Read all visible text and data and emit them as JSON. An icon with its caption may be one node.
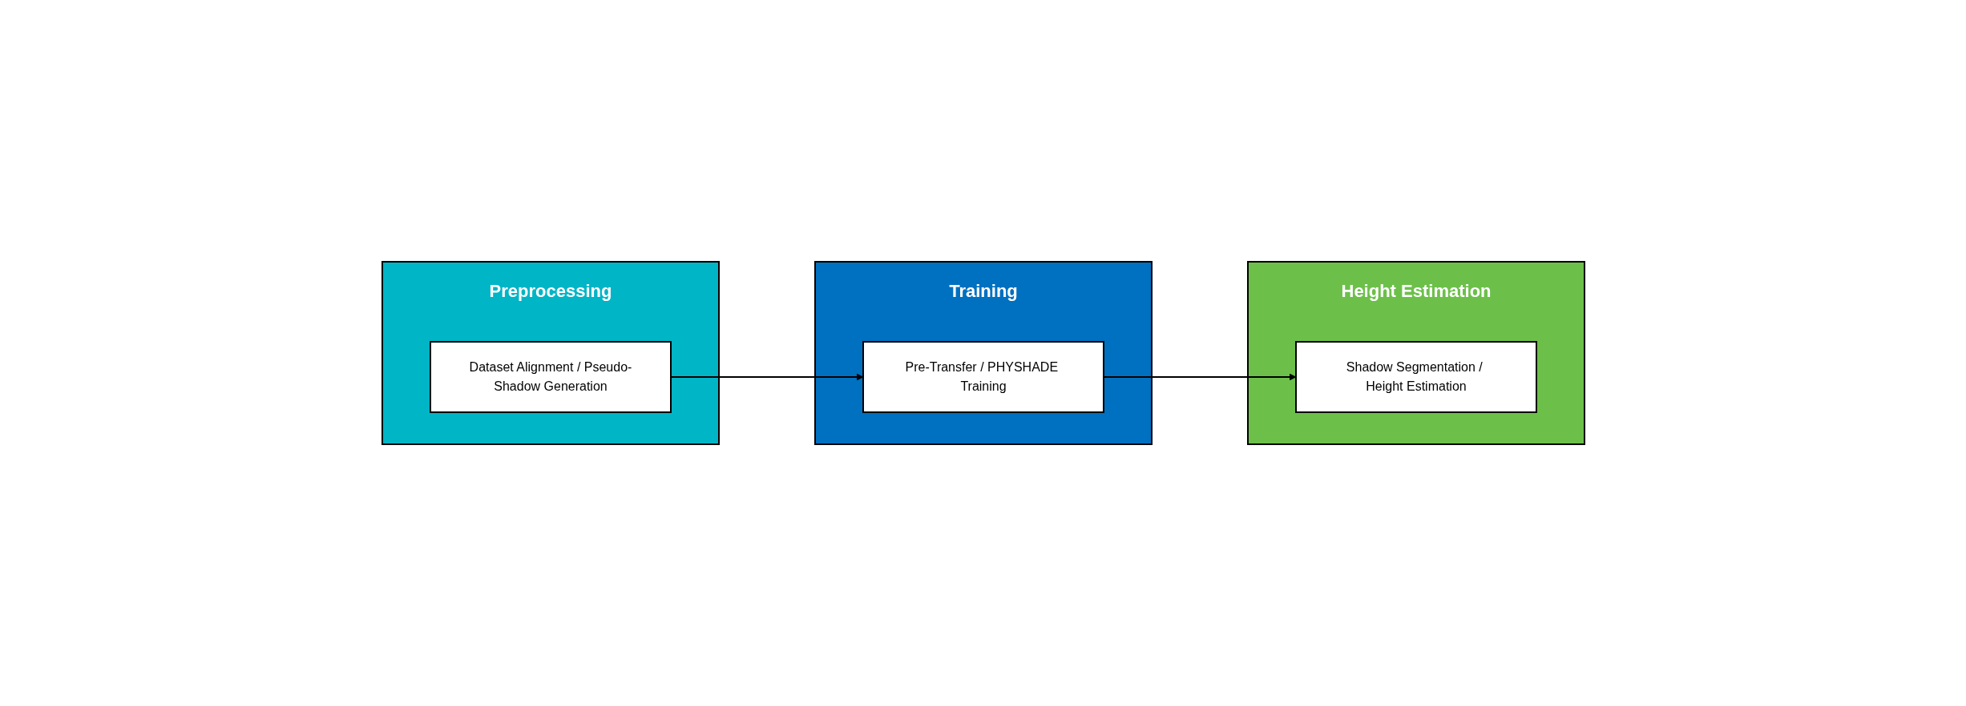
{
  "diagram": {
    "nodes": [
      {
        "text": [
          "Preprocessing"
        ]
      },
      {
        "text": [
          "Dataset Alignment / Pseudo-Shadow Generation"
        ],
        "in": 0
      },
      {
        "text": [
          "Training"
        ]
      },
      {
        "text": [
          "Pre-Transfer / PHYSHADE Training"
        ],
        "in": 2
      },
      {
        "text": [
          "Height Estimation"
        ]
      },
      {
        "text": [
          "Shadow Segmentation / Height Estimation"
        ],
        "in": 4
      }
    ],
    "edges": [
      {
        "from": 1,
        "to": 3,
        "arrow": "to"
      },
      {
        "from": 3,
        "to": 5,
        "arrow": "to"
      }
    ]
  }
}
